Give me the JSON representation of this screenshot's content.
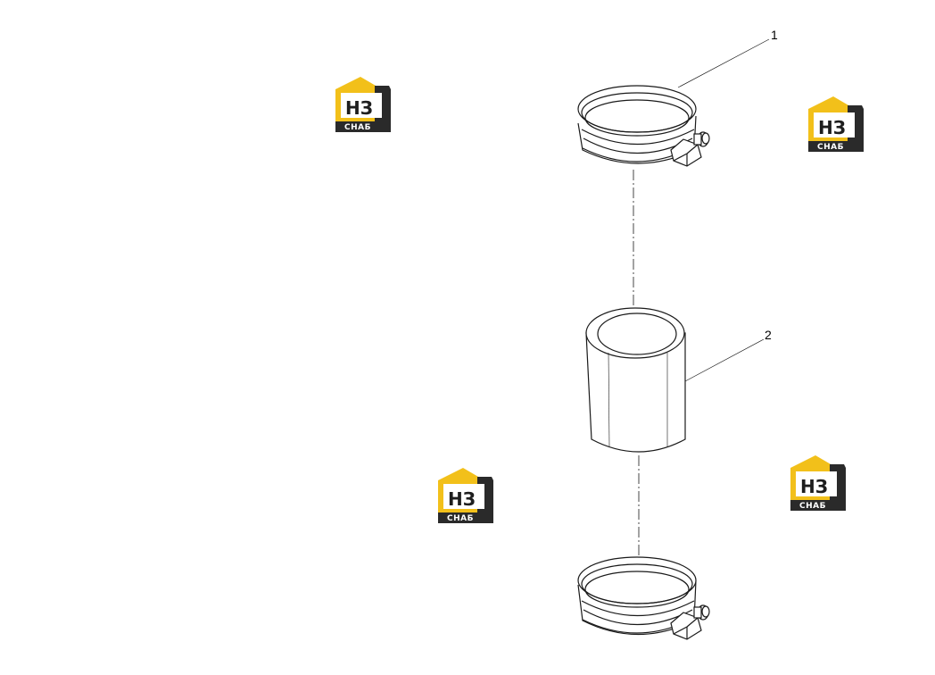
{
  "callouts": [
    {
      "id": "1",
      "label": "1"
    },
    {
      "id": "2",
      "label": "2"
    }
  ],
  "watermark": {
    "logo_mark": "НЗ",
    "logo_sub": "СНАБ",
    "accent_color": "#f2c01a",
    "dark_color": "#2a2a2a"
  },
  "colors": {
    "line": "#1a1a1a",
    "background": "#ffffff"
  }
}
